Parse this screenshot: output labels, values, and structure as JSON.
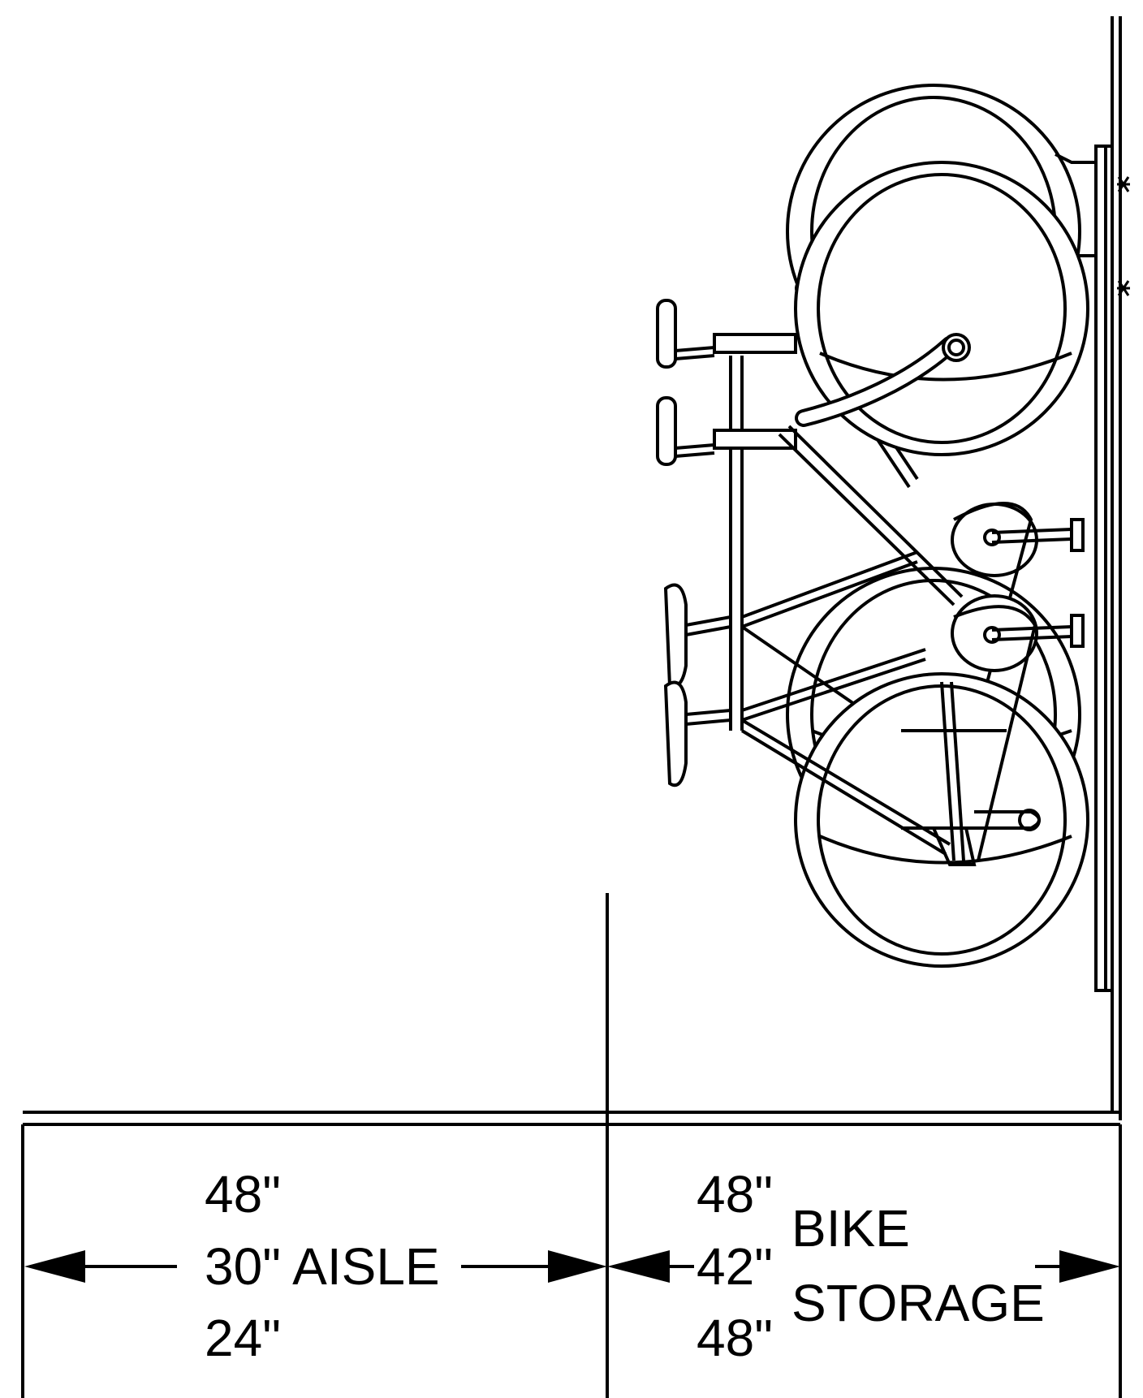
{
  "aisle": {
    "top": "48\"",
    "middle": "30\" AISLE",
    "bottom": "24\""
  },
  "storage": {
    "top": "48\"",
    "middle": "42\"",
    "bottom": "48\"",
    "label_line1": "BIKE",
    "label_line2": "STORAGE"
  }
}
